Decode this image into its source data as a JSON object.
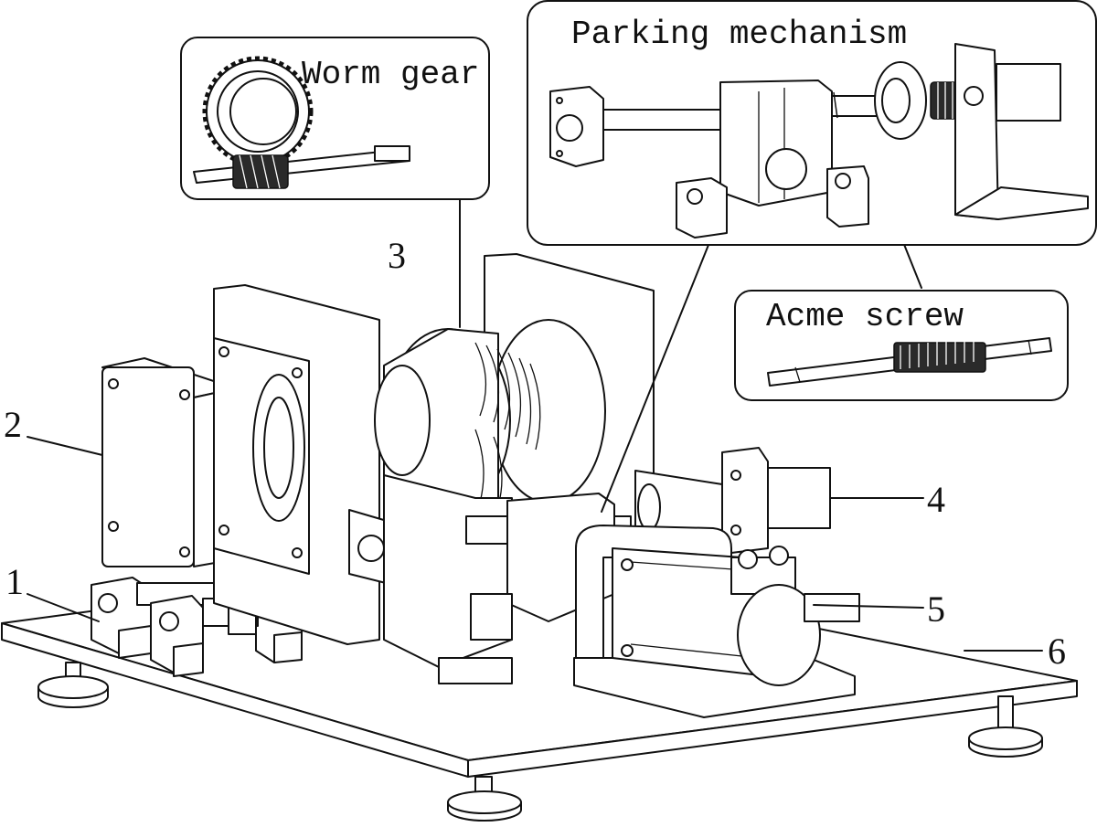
{
  "callouts": {
    "worm_gear": "Worm gear",
    "parking_mechanism": "Parking mechanism",
    "acme_screw": "Acme screw"
  },
  "part_numbers": [
    "1",
    "2",
    "3",
    "4",
    "5",
    "6"
  ],
  "colors": {
    "ink": "#111111",
    "paper": "#ffffff"
  }
}
